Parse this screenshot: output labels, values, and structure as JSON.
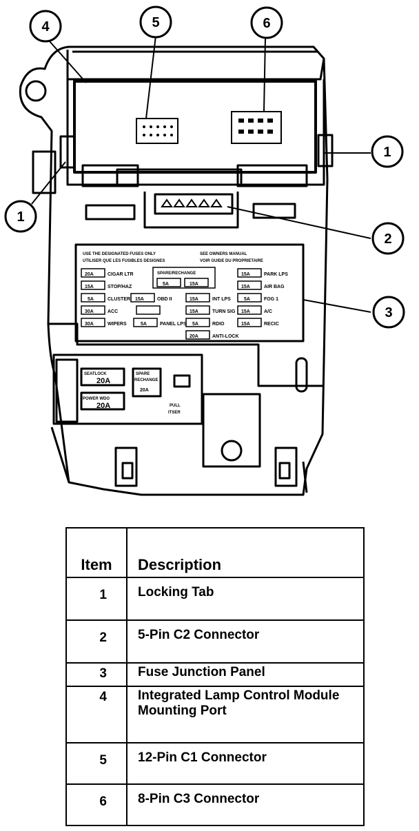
{
  "callouts": [
    "4",
    "5",
    "6",
    "1",
    "1",
    "2",
    "3"
  ],
  "fuse_panel": {
    "header_1": "USE THE DESIGNATED FUSES ONLY",
    "header_2": "SEE OWNERS MANUAL",
    "header_3": "UTILISER QUE LES FUSIBLES DESIGNES",
    "header_4": "VOIR GUIDE DU PROPRIETAIRE",
    "left_fuses": [
      {
        "amp": "20A",
        "label": "CIGAR LTR"
      },
      {
        "amp": "15A",
        "label": "STOP/HAZ"
      },
      {
        "amp": "5A",
        "label": "CLUSTER"
      },
      {
        "amp": "30A",
        "label": "ACC"
      },
      {
        "amp": "30A",
        "label": "WIPERS"
      }
    ],
    "spare_label": "SPARE/RECHANGE",
    "spare_amps": [
      "5A",
      "15A"
    ],
    "mid_fuses": [
      {
        "amp": "15A",
        "label": "OBD II"
      },
      {
        "amp": "",
        "label": ""
      },
      {
        "amp": "5A",
        "label": "PANEL LPS"
      }
    ],
    "center_fuses": [
      {
        "amp": "15A",
        "label": "INT LPS"
      },
      {
        "amp": "15A",
        "label": "TURN SIG"
      },
      {
        "amp": "5A",
        "label": "RDIO"
      },
      {
        "amp": "20A",
        "label": "ANTI-LOCK"
      }
    ],
    "right_fuses": [
      {
        "amp": "15A",
        "label": "PARK LPS"
      },
      {
        "amp": "15A",
        "label": "AIR BAG"
      },
      {
        "amp": "5A",
        "label": "FOG 1"
      },
      {
        "amp": "15A",
        "label": "A/C"
      },
      {
        "amp": "15A",
        "label": "RECIC"
      }
    ]
  },
  "lower_module": {
    "seatlock_label": "SEATLOCK",
    "seatlock_amp": "20A",
    "powerwdo_label": "POWER WDO",
    "powerwdo_amp": "20A",
    "spare_label_1": "SPARE",
    "spare_label_2": "RECHANGE",
    "spare_amp": "20A",
    "pull_1": "PULL",
    "pull_2": "ITSER"
  },
  "legend": {
    "header_item": "Item",
    "header_desc": "Description",
    "rows": [
      {
        "item": "1",
        "desc": "Locking Tab"
      },
      {
        "item": "2",
        "desc": "5-Pin C2 Connector"
      },
      {
        "item": "3",
        "desc": "Fuse Junction Panel"
      },
      {
        "item": "4",
        "desc": "Integrated Lamp Control Module Mounting Port"
      },
      {
        "item": "5",
        "desc": "12-Pin C1 Connector"
      },
      {
        "item": "6",
        "desc": "8-Pin C3 Connector"
      }
    ]
  }
}
